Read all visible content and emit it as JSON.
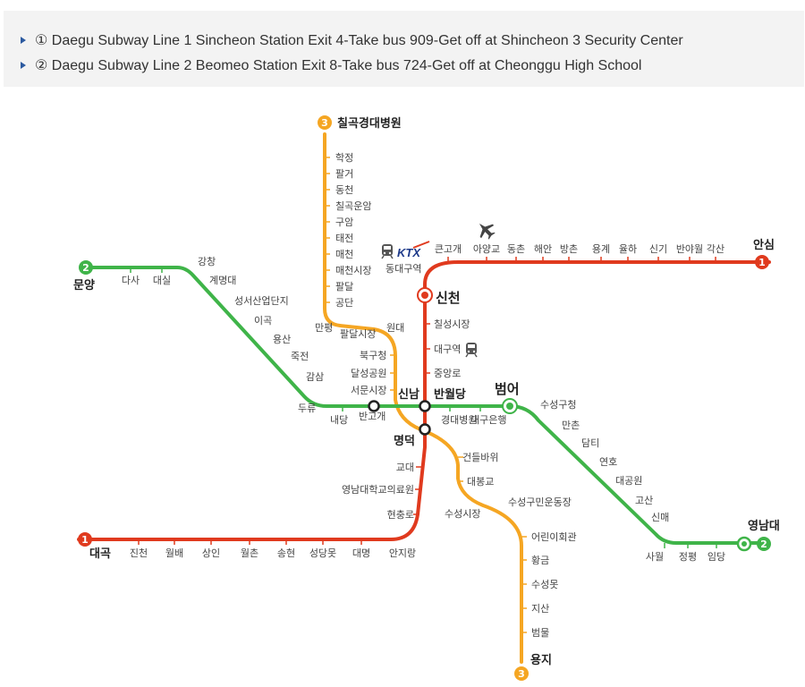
{
  "directions": [
    {
      "text": "① Daegu Subway Line 1 Sincheon Station Exit 4-Take bus 909-Get off at Shincheon 3 Security Center"
    },
    {
      "text": "② Daegu Subway Line 2 Beomeo Station Exit 8-Take bus 724-Get off at Cheonggu High School"
    }
  ],
  "map": {
    "colors": {
      "line1": "#e03a1e",
      "line2": "#3fb449",
      "line3": "#f5a623"
    },
    "ktx_label": "KTX",
    "lines": {
      "line1": {
        "badge": "1",
        "terminal_west": "대곡",
        "terminal_east": "안심"
      },
      "line2": {
        "badge": "2",
        "terminal_west": "문양",
        "terminal_east": "영남대"
      },
      "line3": {
        "badge": "3",
        "terminal_north": "칠곡경대병원",
        "terminal_south": "용지"
      }
    },
    "key_stations": {
      "sincheon": "신천",
      "sinnam": "신남",
      "banwoldang": "반월당",
      "beomeo": "범어",
      "myeongdeok": "명덕"
    },
    "line1_east": [
      "큰고개",
      "아양교",
      "동촌",
      "해안",
      "방촌",
      "용계",
      "율하",
      "신기",
      "반야월",
      "각산"
    ],
    "line1_mid": [
      "동대구역",
      "칠성시장",
      "대구역",
      "중앙로",
      "교대",
      "영남대학교의료원",
      "현충로"
    ],
    "line1_south": [
      "진천",
      "월배",
      "상인",
      "월촌",
      "송현",
      "성당못",
      "대명",
      "안지랑"
    ],
    "line2_west": [
      "다사",
      "대실",
      "강창",
      "계명대",
      "성서산업단지",
      "이곡",
      "용산",
      "죽전",
      "감삼",
      "두류",
      "내당",
      "반고개"
    ],
    "line2_center": [
      "경대병원",
      "대구은행"
    ],
    "line2_east": [
      "수성구청",
      "만촌",
      "담티",
      "연호",
      "대공원",
      "고산",
      "신매",
      "사월",
      "정평",
      "임당"
    ],
    "line3_north": [
      "학정",
      "팔거",
      "동천",
      "칠곡운암",
      "구암",
      "태전",
      "매천",
      "매천시장",
      "팔달",
      "공단",
      "만평",
      "원대",
      "팔달시장",
      "북구청",
      "달성공원",
      "서문시장"
    ],
    "line3_south": [
      "건들바위",
      "대봉교",
      "수성시장",
      "수성구민운동장",
      "어린이회관",
      "황금",
      "수성못",
      "지산",
      "범물"
    ]
  }
}
